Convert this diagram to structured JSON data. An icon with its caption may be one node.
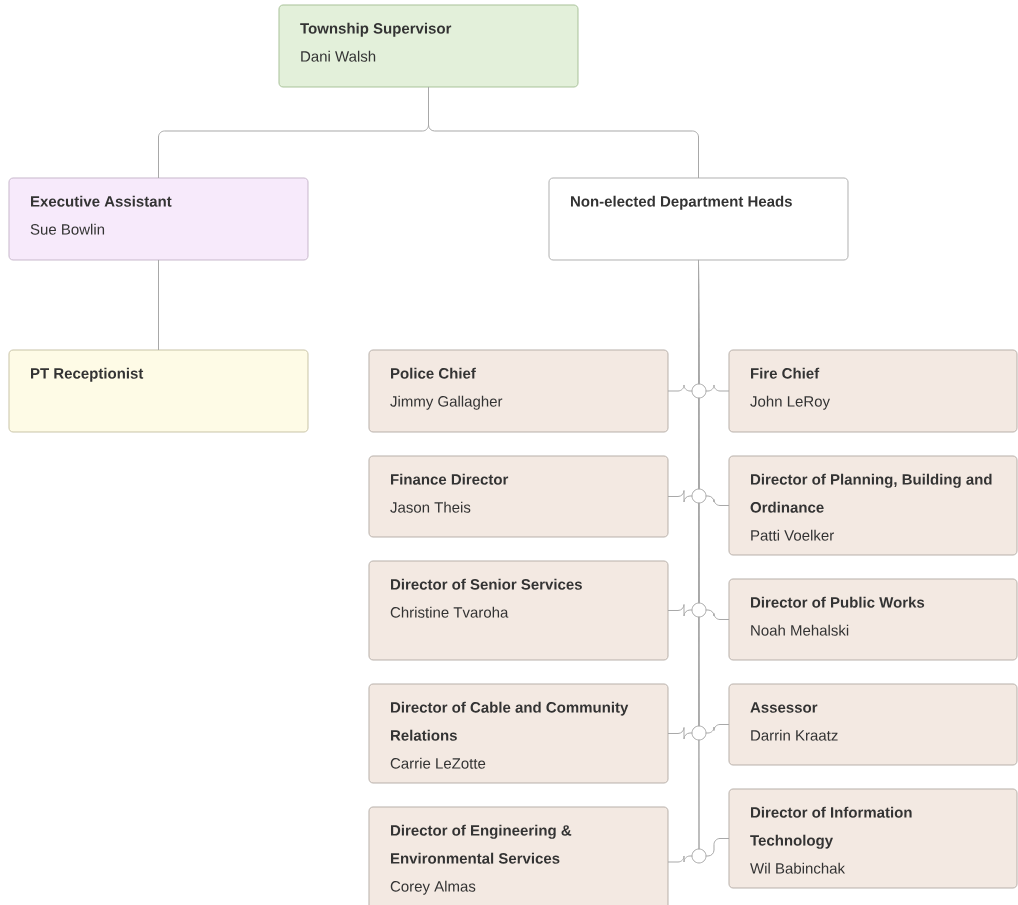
{
  "diagram": {
    "nodes": [
      {
        "text": [
          "Township Supervisor",
          "Dani Walsh"
        ]
      },
      {
        "text": [
          "Executive Assistant",
          "Sue Bowlin"
        ]
      },
      {
        "text": [
          "Non-elected Department Heads"
        ]
      },
      {
        "text": [
          "PT Receptionist"
        ]
      },
      {
        "text": [
          "Police Chief",
          "Jimmy Gallagher"
        ]
      },
      {
        "text": [
          "Fire Chief",
          "John LeRoy"
        ]
      },
      {
        "text": [
          "Finance Director",
          "Jason Theis"
        ]
      },
      {
        "text": [
          "Director of Planning, Building and Ordinance",
          "Patti Voelker"
        ]
      },
      {
        "text": [
          "Director of Senior Services",
          "Christine Tvaroha"
        ]
      },
      {
        "text": [
          "Director of Public Works",
          "Noah Mehalski"
        ]
      },
      {
        "text": [
          "Director of Cable and Community Relations",
          "Carrie LeZotte"
        ]
      },
      {
        "text": [
          "Assessor",
          "Darrin Kraatz"
        ]
      },
      {
        "text": [
          "Director of Engineering & Environmental Services",
          "Corey Almas"
        ]
      },
      {
        "text": [
          "Director of Information Technology",
          "Wil Babinchak"
        ]
      }
    ],
    "edges": [
      {
        "from": 0,
        "to": 1,
        "arrow": "none"
      },
      {
        "from": 0,
        "to": 2,
        "arrow": "none"
      },
      {
        "from": 1,
        "to": 3,
        "arrow": "none"
      },
      {
        "from": 2,
        "to": 4,
        "arrow": "none"
      },
      {
        "from": 2,
        "to": 5,
        "arrow": "none"
      },
      {
        "from": 2,
        "to": 6,
        "arrow": "none"
      },
      {
        "from": 2,
        "to": 7,
        "arrow": "none"
      },
      {
        "from": 2,
        "to": 8,
        "arrow": "none"
      },
      {
        "from": 2,
        "to": 9,
        "arrow": "none"
      },
      {
        "from": 2,
        "to": 10,
        "arrow": "none"
      },
      {
        "from": 2,
        "to": 11,
        "arrow": "none"
      },
      {
        "from": 2,
        "to": 12,
        "arrow": "none"
      },
      {
        "from": 2,
        "to": 13,
        "arrow": "none"
      }
    ]
  }
}
